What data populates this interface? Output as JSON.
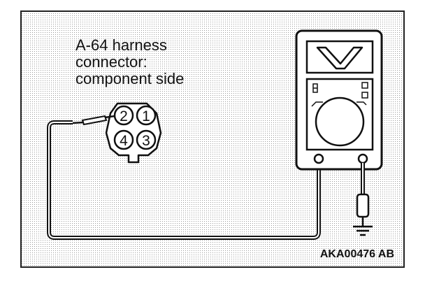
{
  "connector_label": {
    "line1": "A-64 harness",
    "line2": "connector:",
    "line3": "component side"
  },
  "pins": [
    "2",
    "1",
    "4",
    "3"
  ],
  "figure_code": "AKA00476 AB"
}
